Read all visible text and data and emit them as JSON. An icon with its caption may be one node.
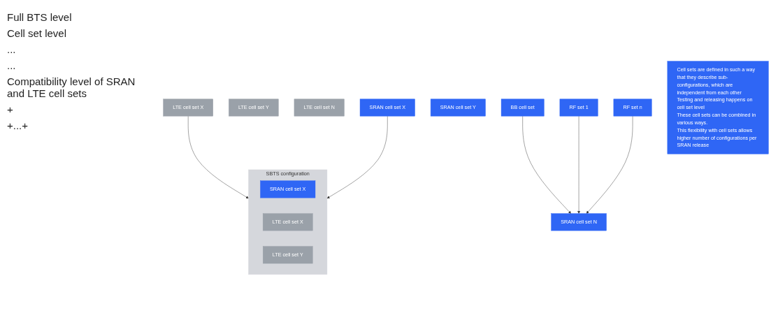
{
  "diagram": {
    "nodes": [
      {
        "text": [
          "SBTS configuration"
        ]
      },
      {
        "text": [
          "SRAN cell set X"
        ],
        "in": 0
      },
      {
        "text": [
          "LTE cell set X"
        ],
        "in": 0
      },
      {
        "text": [
          "LTE cell set Y"
        ],
        "in": 0
      },
      {
        "text": [
          "LTE cell set X"
        ]
      },
      {
        "text": [
          "LTE cell set Y"
        ]
      },
      {
        "text": [
          "LTE cell set N"
        ]
      },
      {
        "text": [
          "SRAN cell set X"
        ]
      },
      {
        "text": [
          "SRAN cell set Y"
        ]
      },
      {
        "text": [
          "SRAN cell set N"
        ]
      },
      {
        "text": [
          "BB cell set"
        ]
      },
      {
        "text": [
          "RF set 1"
        ]
      },
      {
        "text": [
          "RF set n"
        ]
      },
      {
        "text": [
          "Cell sets are defined in such a way that they describe sub-configurations, which are independent from each other",
          "Testing and releasing happens on cell set level",
          "These cell sets can be combined in various ways.",
          "This flexibility with cell sets allows higher number of configurations per SRAN release"
        ]
      }
    ],
    "edges": [
      {
        "from": 4,
        "to": 0,
        "arrow": "to"
      },
      {
        "from": 7,
        "to": 0,
        "arrow": "to"
      },
      {
        "from": 10,
        "to": 9,
        "arrow": "to"
      },
      {
        "from": 11,
        "to": 9,
        "arrow": "to"
      },
      {
        "from": 12,
        "to": 9,
        "arrow": "to"
      }
    ],
    "labels": [
      "Full BTS level",
      "Cell set level",
      "...",
      "...",
      "Compatibility level of SRAN and LTE cell sets",
      "+",
      "+...+"
    ]
  }
}
